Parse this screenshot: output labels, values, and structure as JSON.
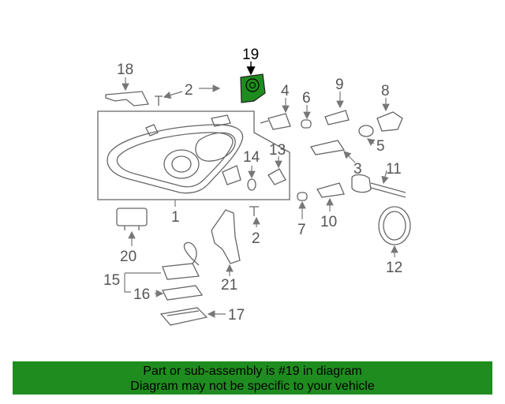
{
  "diagram": {
    "highlight_color": "#1f8c1f",
    "labels": {
      "c1": "1",
      "c2a": "2",
      "c2b": "2",
      "c3": "3",
      "c4": "4",
      "c5": "5",
      "c6": "6",
      "c7": "7",
      "c8": "8",
      "c9": "9",
      "c10": "10",
      "c11": "11",
      "c12": "12",
      "c13": "13",
      "c14": "14",
      "c15": "15",
      "c16": "16",
      "c17": "17",
      "c18": "18",
      "c19": "19",
      "c20": "20",
      "c21": "21"
    }
  },
  "banner": {
    "line1": "Part or sub-assembly is #19 in diagram",
    "line2": "Diagram may not be specific to your vehicle"
  }
}
